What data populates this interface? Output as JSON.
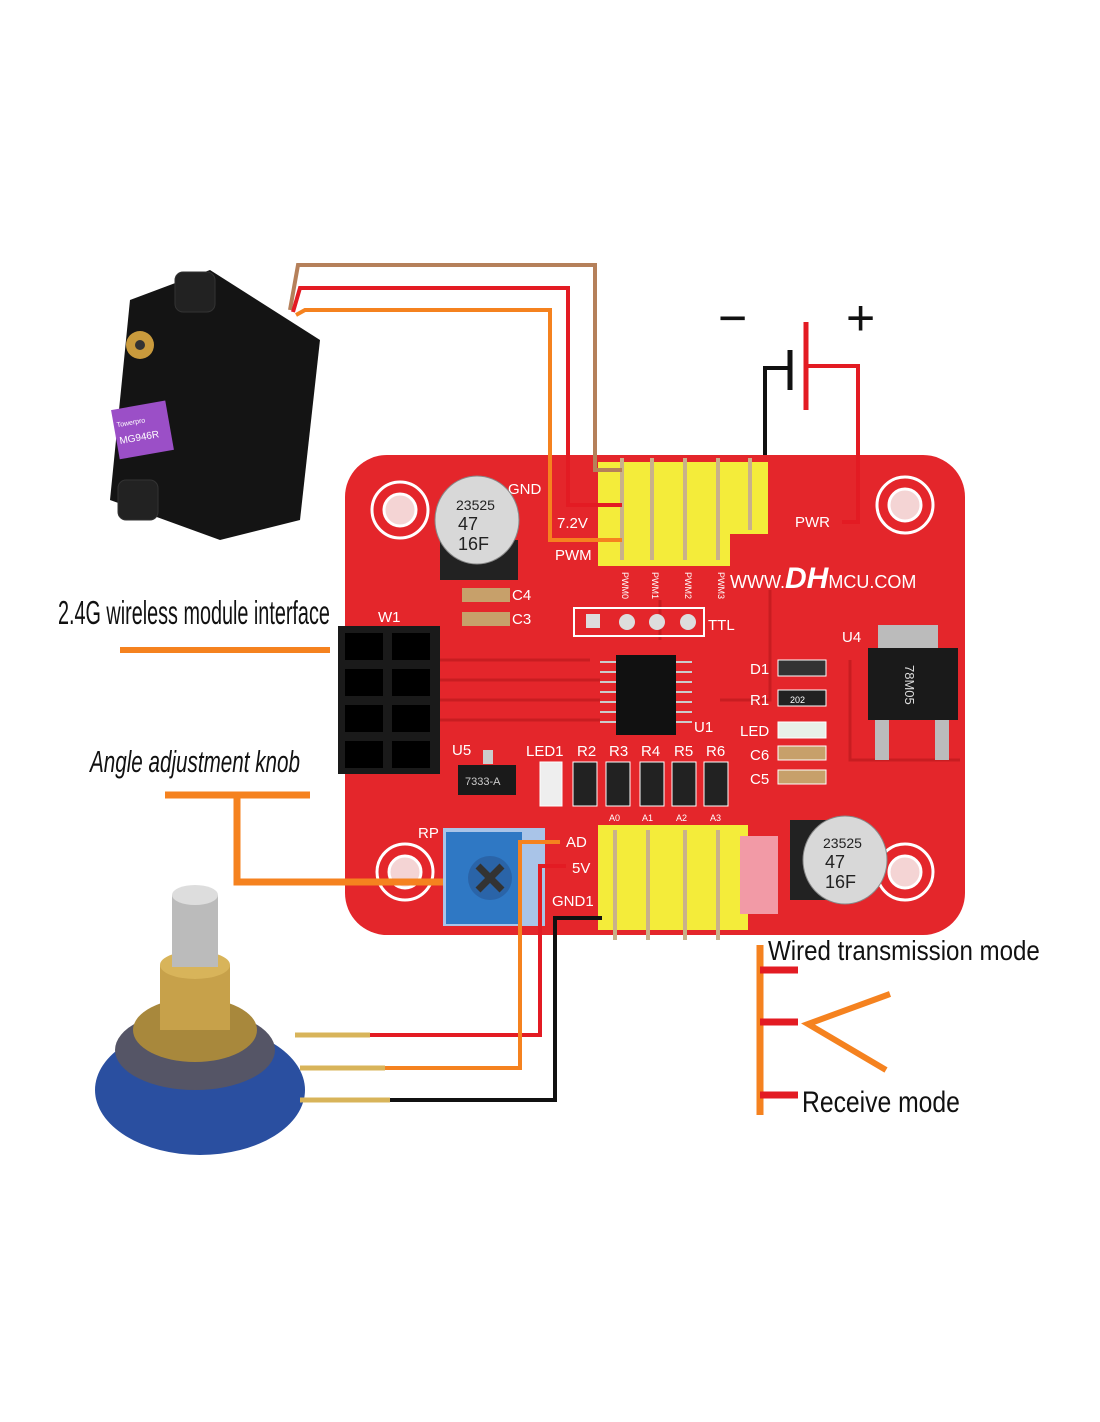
{
  "colors": {
    "board": "#e4262b",
    "wire_orange": "#f5821f",
    "wire_red": "#e31b23",
    "wire_brown": "#b5805a",
    "wire_black": "#111111",
    "header_yellow": "#f4ec3a"
  },
  "callouts": {
    "wireless": "2.4G wireless module interface",
    "knob": "Angle adjustment knob",
    "wired": "Wired transmission mode",
    "receive": "Receive mode"
  },
  "battery": {
    "minus": "−",
    "plus": "+"
  },
  "servo": {
    "brand": "Towerpro",
    "model": "MG946R"
  },
  "board": {
    "gnd": "GND",
    "v72": "7.2V",
    "pwm": "PWM",
    "pwr": "PWR",
    "site_prefix": "WWW.",
    "site_brand": "DH",
    "site_suffix": "MCU.COM",
    "c4": "C4",
    "c3": "C3",
    "w1": "W1",
    "ttl": "TTL",
    "d1": "D1",
    "r1": "R1",
    "led": "LED",
    "c6": "C6",
    "c5": "C5",
    "u4": "U4",
    "u1": "U1",
    "u5": "U5",
    "led1": "LED1",
    "r2": "R2",
    "r3": "R3",
    "r4": "R4",
    "r5": "R5",
    "r6": "R6",
    "rp": "RP",
    "ad": "AD",
    "v5": "5V",
    "gnd1": "GND1",
    "a0": "A0",
    "a1": "A1",
    "a2": "A2",
    "a3": "A3",
    "pwm_pins": [
      "PWM0",
      "PWM1",
      "PWM2",
      "PWM3"
    ],
    "cap_line1": "23525",
    "cap_line2": "47",
    "cap_line3": "16F",
    "reg_small": "7333-A",
    "reg_large": "78M05",
    "r1_code": "202"
  }
}
